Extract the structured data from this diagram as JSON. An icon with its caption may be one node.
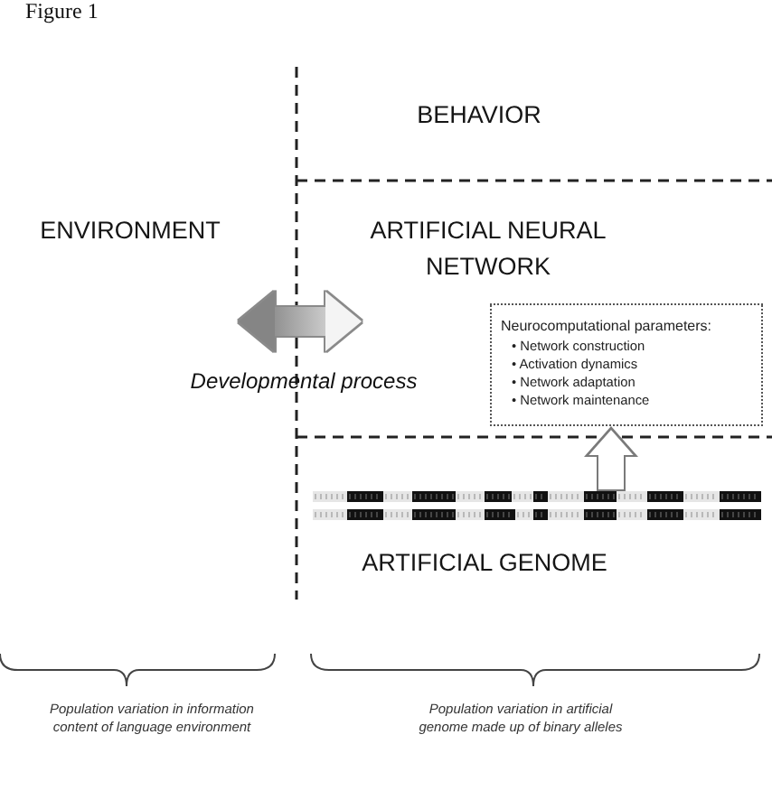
{
  "diagram": {
    "title": "Figure 1",
    "nodes": [
      {
        "text": [
          "BEHAVIOR"
        ]
      },
      {
        "text": [
          "ENVIRONMENT"
        ]
      },
      {
        "text": [
          "ARTIFICIAL NEURAL NETWORK"
        ]
      },
      {
        "text": [
          "Neurocomputational parameters:",
          "• Network construction",
          "• Activation dynamics",
          "• Network adaptation",
          "• Network maintenance"
        ],
        "in": 2
      },
      {
        "text": [
          "ARTIFICIAL GENOME"
        ]
      },
      {
        "text": [],
        "shape": "bar",
        "in": 4
      }
    ],
    "edges": [
      {
        "from": 1,
        "to": 2,
        "arrow": "both",
        "label": "Developmental process"
      },
      {
        "from": 5,
        "to": 3,
        "arrow": "to"
      }
    ],
    "labels": [
      "Population variation in information content of language environment",
      "Population variation in artificial genome made up of binary alleles"
    ]
  }
}
